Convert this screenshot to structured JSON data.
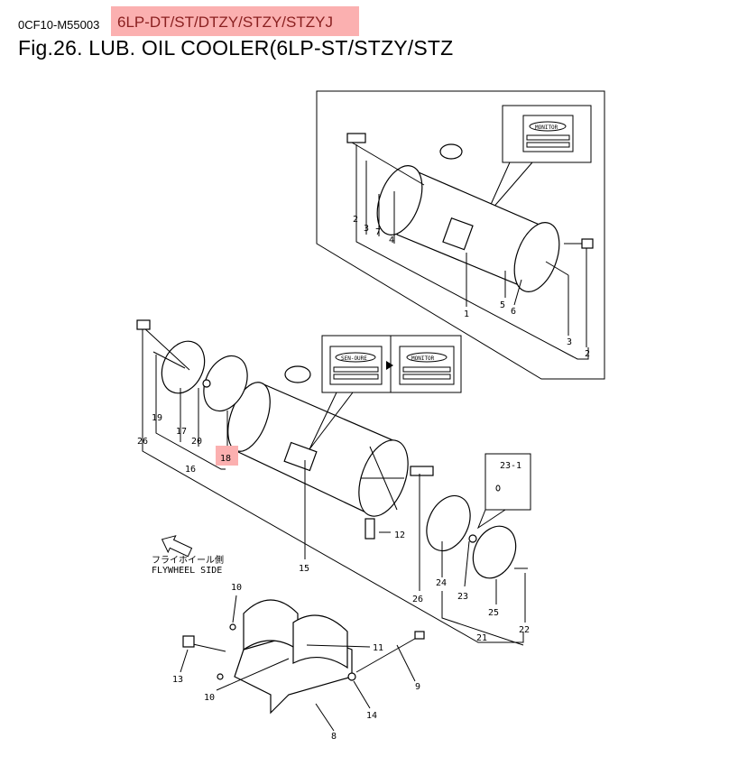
{
  "header": {
    "doc_code": "0CF10-M55003",
    "models": "6LP-DT/ST/DTZY/STZY/STZYJ",
    "figure_title": "Fig.26.  LUB. OIL COOLER(6LP-ST/STZY/STZ"
  },
  "plates": {
    "sen_oure": "SEN-OURE",
    "monitor": "MONITOR",
    "monitor_inset": "MONITOR"
  },
  "flywheel": {
    "jp": "フライホイール側",
    "en": "FLYWHEEL SIDE"
  },
  "callouts": [
    "2",
    "3",
    "7",
    "4",
    "1",
    "5",
    "6",
    "3",
    "2",
    "26",
    "19",
    "17",
    "20",
    "18",
    "16",
    "15",
    "12",
    "23-1",
    "26",
    "24",
    "23",
    "25",
    "22",
    "21",
    "10",
    "11",
    "9",
    "13",
    "10",
    "14",
    "8"
  ],
  "colors": {
    "highlight": "#fbb0b0"
  }
}
